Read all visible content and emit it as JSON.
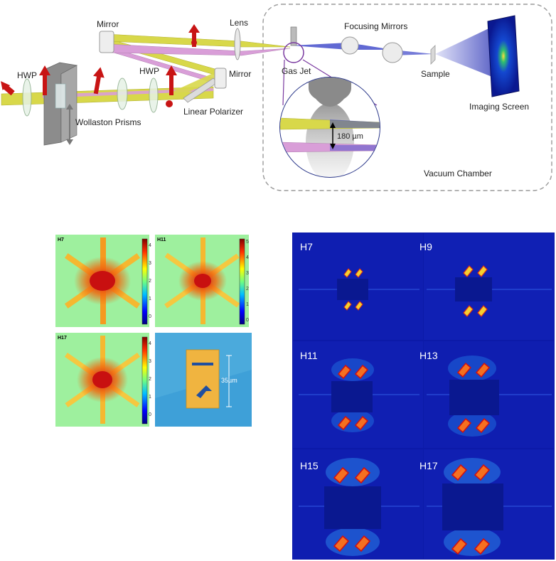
{
  "setup": {
    "labels": {
      "mirror_left": "Mirror",
      "lens": "Lens",
      "focusing_mirrors": "Focusing Mirrors",
      "hwp_left": "HWP",
      "hwp_right": "HWP",
      "mirror_right": "Mirror",
      "gas_jet": "Gas Jet",
      "sample": "Sample",
      "imaging_screen": "Imaging Screen",
      "wollaston_prisms": "Wollaston Prisms",
      "linear_polarizer": "Linear Polarizer",
      "separation": "180 µm",
      "vacuum_chamber": "Vacuum Chamber"
    },
    "colors": {
      "beam_yellow": "#d8d84a",
      "beam_pink": "#d99ed8",
      "xuv_blue": "#3a43c8",
      "arrow_red": "#c81414",
      "chamber_border": "#9a9a9a",
      "inset_border": "#7a3aa0"
    }
  },
  "heatmaps": {
    "panels": [
      {
        "label": "H7",
        "cbar_ticks": [
          "4",
          "3",
          "2",
          "1",
          "0"
        ]
      },
      {
        "label": "H11",
        "cbar_ticks": [
          "5",
          "4",
          "3",
          "2",
          "1",
          "0"
        ]
      },
      {
        "label": "H17",
        "cbar_ticks": [
          "4",
          "3",
          "2",
          "1",
          "0"
        ]
      }
    ],
    "micrograph_scale": "35µm"
  },
  "diffraction": {
    "labels": [
      "H7",
      "H9",
      "H11",
      "H13",
      "H15",
      "H17"
    ]
  }
}
